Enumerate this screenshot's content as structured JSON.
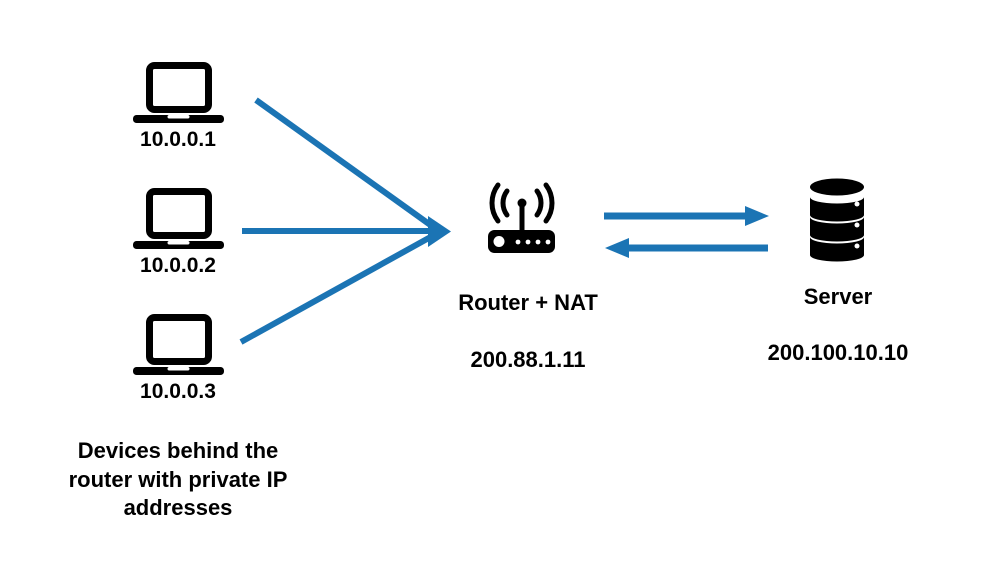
{
  "colors": {
    "arrow": "#1b74b4",
    "icon": "#000000",
    "text": "#000000",
    "background": "#ffffff"
  },
  "devices": {
    "items": [
      {
        "ip": "10.0.0.1"
      },
      {
        "ip": "10.0.0.2"
      },
      {
        "ip": "10.0.0.3"
      }
    ],
    "caption": "Devices behind the\nrouter with private IP\naddresses"
  },
  "router": {
    "label": "Router + NAT",
    "ip": "200.88.1.11"
  },
  "server": {
    "label": "Server",
    "ip": "200.100.10.10"
  },
  "icons": {
    "device": "laptop-icon",
    "router": "wireless-router-icon",
    "server": "database-icon"
  }
}
